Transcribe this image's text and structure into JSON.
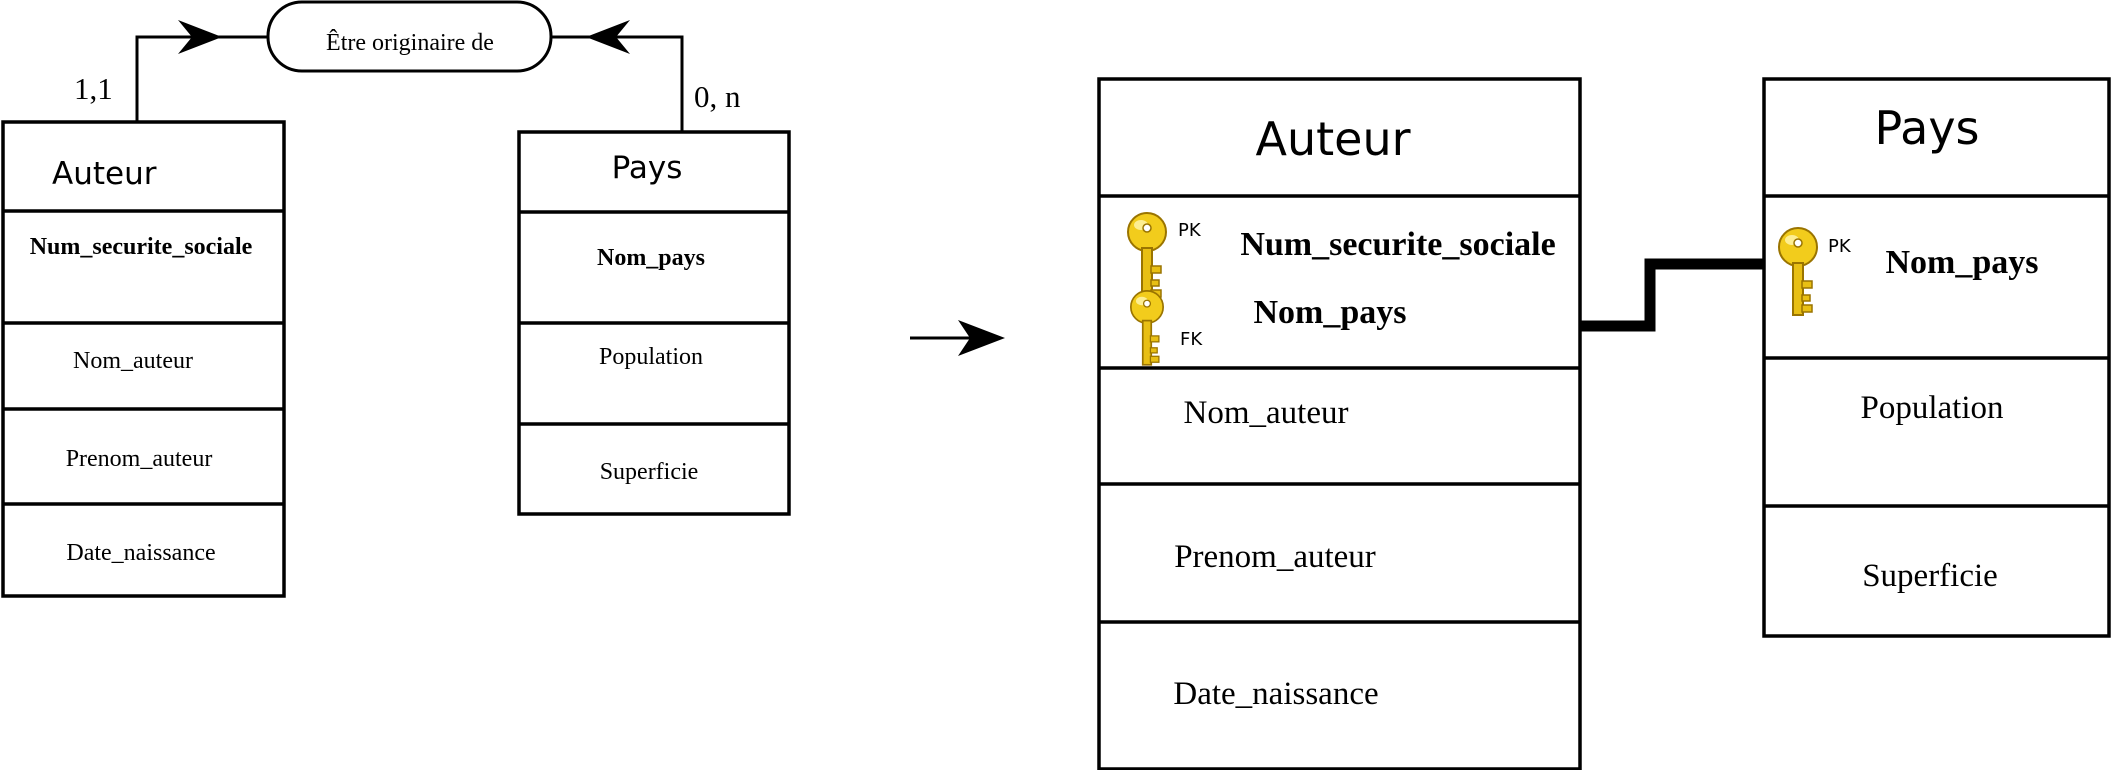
{
  "mcd": {
    "association": "Être originaire de",
    "card_left": "1,1",
    "card_right": "0, n",
    "auteur": {
      "title": "Auteur",
      "attrs": [
        "Num_securite_sociale",
        "Nom_auteur",
        "Prenom_auteur",
        "Date_naissance"
      ]
    },
    "pays": {
      "title": "Pays",
      "attrs": [
        "Nom_pays",
        "Population",
        "Superficie"
      ]
    }
  },
  "mld": {
    "auteur": {
      "title": "Auteur",
      "pk_tag": "PK",
      "fk_tag": "FK",
      "pk_attr": "Num_securite_sociale",
      "fk_attr": "Nom_pays",
      "attrs": [
        "Nom_auteur",
        "Prenom_auteur",
        "Date_naissance"
      ]
    },
    "pays": {
      "title": "Pays",
      "pk_tag": "PK",
      "pk_attr": "Nom_pays",
      "attrs": [
        "Population",
        "Superficie"
      ]
    }
  },
  "colors": {
    "key_fill": "#f2cc1c",
    "key_stroke": "#9a7400"
  }
}
